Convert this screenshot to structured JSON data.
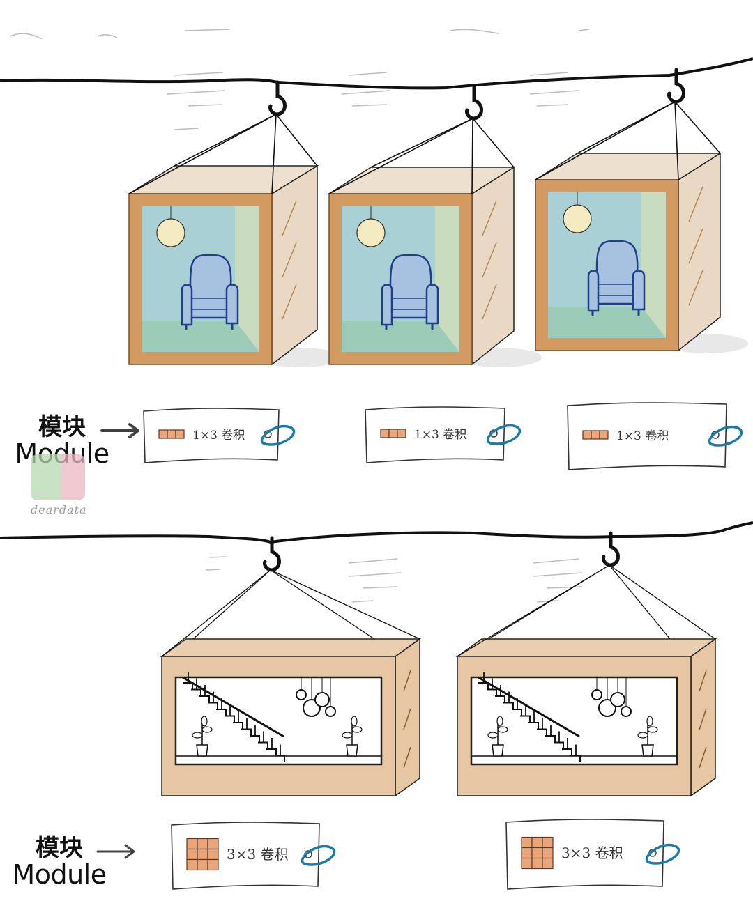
{
  "title": "Modules as hanging boxes",
  "colors": {
    "rope": "#111111",
    "box_light": "#eee0cf",
    "box_side": "#e9d9c4",
    "box_frame": "#d39a62",
    "box_tan": "#e6c6a3",
    "room_wall": "#a9d0d4",
    "room_floor": "#9ccbb8",
    "chair": "#a7c2e0",
    "chair_outline": "#1f3f86",
    "lamp": "#f4ecc0",
    "kernel_cell": "#eba57a",
    "tag_ring": "#1a7aa8"
  },
  "rows": [
    {
      "label": {
        "zh": "模块",
        "en": "Module"
      },
      "boxes": [
        {
          "scene": "armchair-room",
          "tag": "1×3 卷积",
          "kernel": {
            "rows": 1,
            "cols": 3
          }
        },
        {
          "scene": "armchair-room",
          "tag": "1×3 卷积",
          "kernel": {
            "rows": 1,
            "cols": 3
          }
        },
        {
          "scene": "armchair-room",
          "tag": "1×3 卷积",
          "kernel": {
            "rows": 1,
            "cols": 3
          }
        }
      ]
    },
    {
      "label": {
        "zh": "模块",
        "en": "Module"
      },
      "boxes": [
        {
          "scene": "staircase-room",
          "tag": "3×3 卷积",
          "kernel": {
            "rows": 3,
            "cols": 3
          }
        },
        {
          "scene": "staircase-room",
          "tag": "3×3 卷积",
          "kernel": {
            "rows": 3,
            "cols": 3
          }
        }
      ]
    }
  ],
  "watermark": "deardata"
}
